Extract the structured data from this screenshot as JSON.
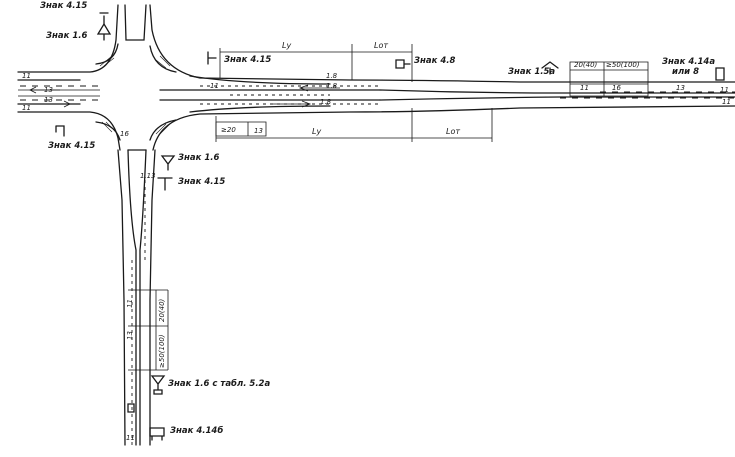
{
  "signs": {
    "sign_4_15_top": "Знак 4.15",
    "sign_1_6_left": "Знак 1.6",
    "sign_4_15_upper_road": "Знак 4.15",
    "sign_4_8": "Знак 4.8",
    "sign_1_5a": "Знак 1.5а",
    "sign_4_14a": "Знак 4.14а",
    "sign_4_14a_or": "или 8",
    "sign_4_15_left": "Знак 4.15",
    "sign_1_6_mid": "Знак 1.6",
    "sign_4_15_mid": "Знак 4.15",
    "sign_1_6_plate": "Знак 1.6 с табл. 5.2а",
    "sign_4_14b": "Знак 4.14б"
  },
  "dimensions": {
    "l_y_top": "Lу",
    "l_ot_top": "Lот",
    "l_y_bottom": "Lу",
    "l_ot_bottom": "Lот",
    "d_20_40": "20(40)",
    "d_50_100": "≥50(100)",
    "d_20": "≥20",
    "d_20_40_v": "20(40)",
    "d_50_100_v": "≥50(100)"
  },
  "markings": {
    "m11_a": "11",
    "m11_b": "11",
    "m11_c": "11",
    "m11_d": "11",
    "m11_e": "11",
    "m11_f": "11",
    "m11_g": "11",
    "m13_a": "13",
    "m13_b": "13",
    "m13_c": "13",
    "m13_d": "13",
    "m13_e": "13",
    "m16_a": "16",
    "m16_b": "16",
    "m18_a": "1.8",
    "m18_b": "1.8",
    "m18_c": "1.8",
    "m113": "1.13",
    "m11_low": "11"
  }
}
